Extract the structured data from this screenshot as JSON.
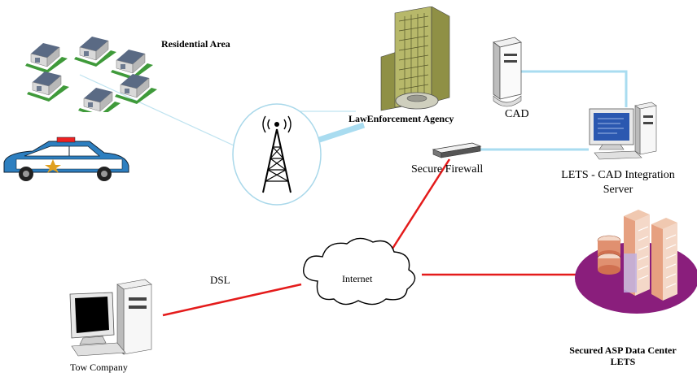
{
  "labels": {
    "residential": "Residential Area",
    "agency": "LawEnforcement Agency",
    "cad": "CAD",
    "firewall": "Secure Firewall",
    "lets_line1": "LETS - CAD Integration",
    "lets_line2": "Server",
    "dsl": "DSL",
    "internet": "Internet",
    "tow": "Tow Company",
    "asp_line1": "Secured ASP Data Center",
    "asp_line2": "LETS"
  },
  "colors": {
    "wired_link": "#e41b1b",
    "wireless_link": "#bfe3f0",
    "thick_link": "#a9dcf0",
    "tower_circle": "#a9d8ea",
    "building": "#b7b86a",
    "house_roof": "#5a6a84",
    "datacenter_disc": "#8a1e7c"
  },
  "icons": [
    "house-icon",
    "police-car-icon",
    "radio-tower-icon",
    "office-building-icon",
    "server-icon",
    "workstation-icon",
    "firewall-icon",
    "cloud-icon",
    "datacenter-icon"
  ]
}
